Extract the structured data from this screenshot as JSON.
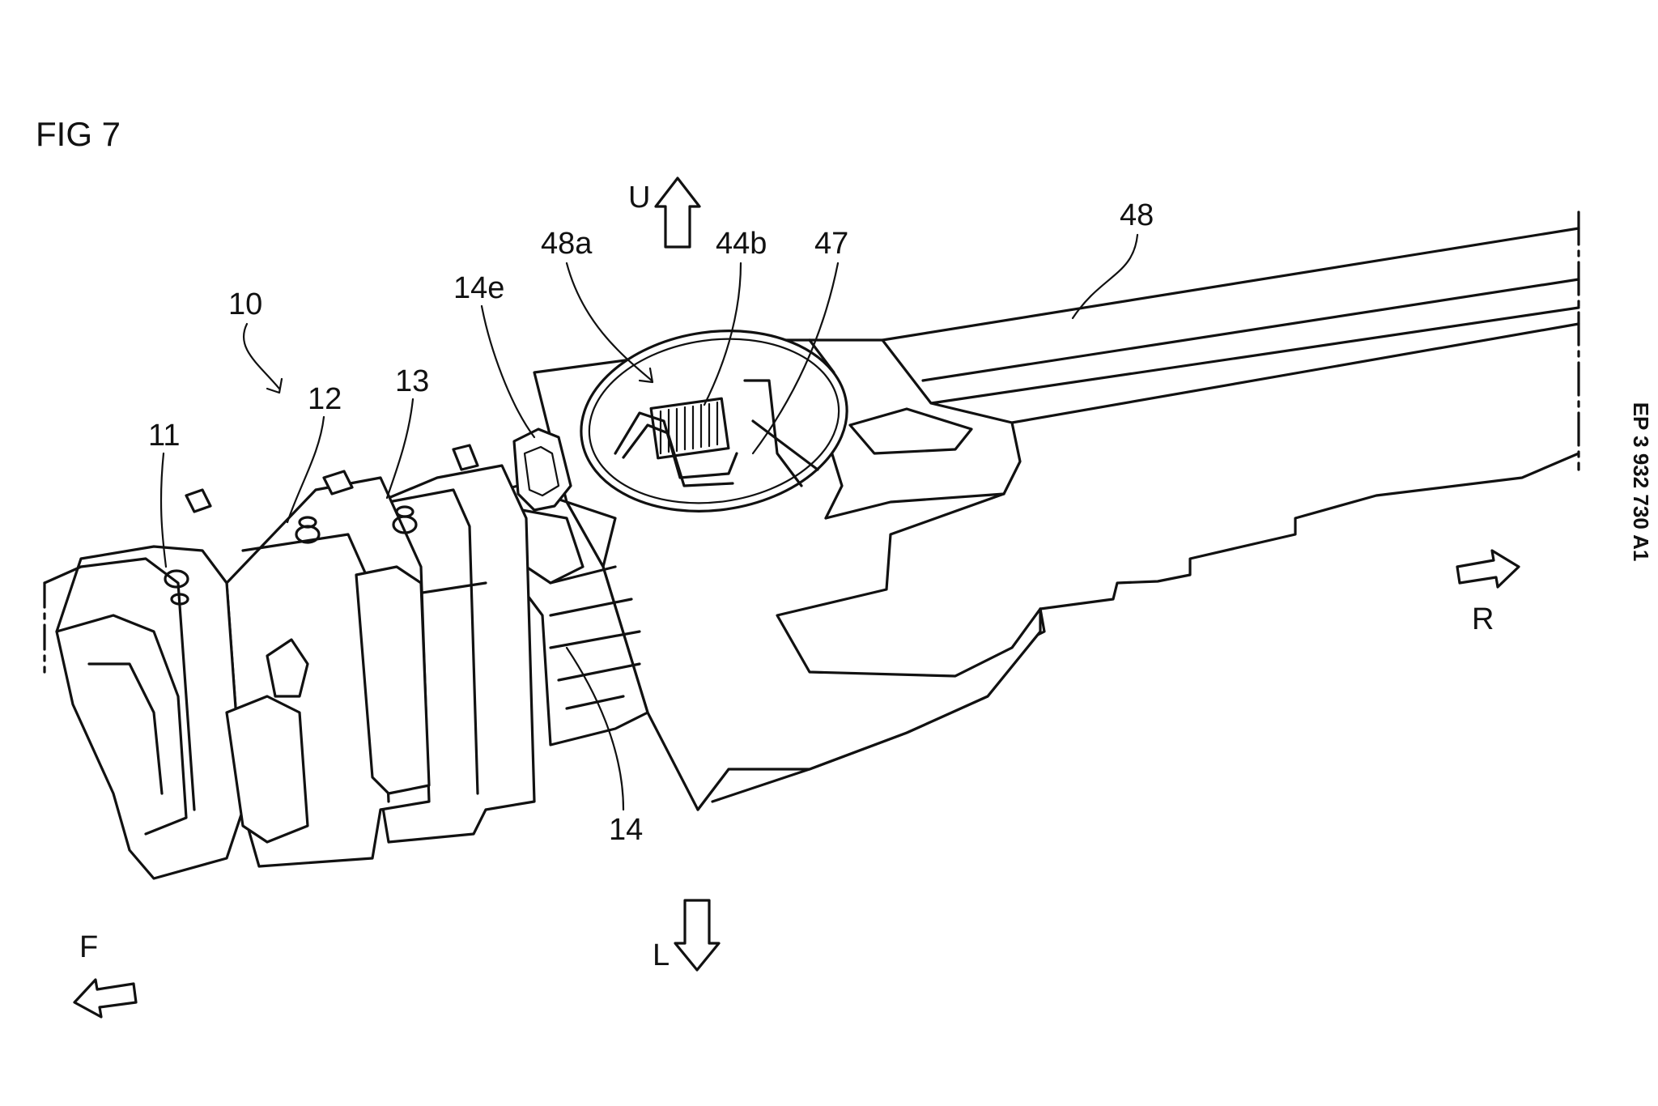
{
  "figure": {
    "title": "FIG 7",
    "publication_number": "EP 3 932 730 A1"
  },
  "labels": {
    "ref_10": "10",
    "ref_11": "11",
    "ref_12": "12",
    "ref_13": "13",
    "ref_14": "14",
    "ref_14e": "14e",
    "ref_48": "48",
    "ref_48a": "48a",
    "ref_44b": "44b",
    "ref_47": "47"
  },
  "directions": {
    "up": "U",
    "lower": "L",
    "front": "F",
    "rear": "R"
  }
}
